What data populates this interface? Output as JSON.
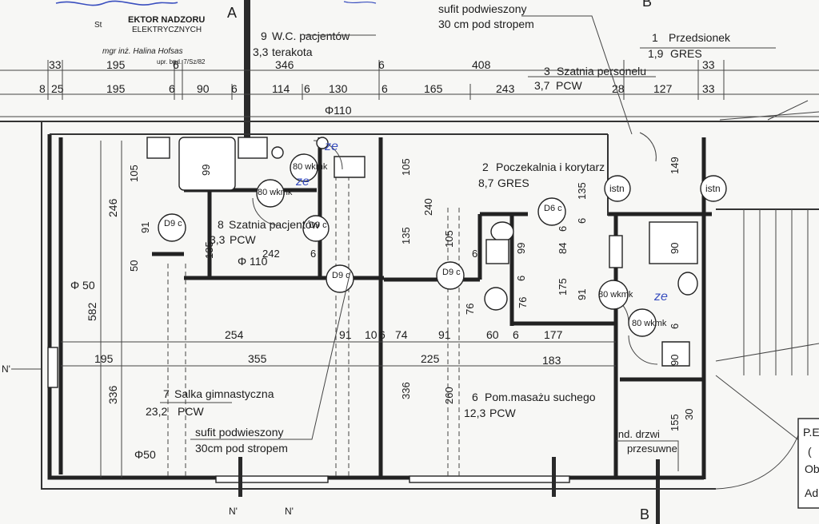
{
  "stamp": {
    "line1": "St",
    "line2": "EKTOR NADZORU",
    "line3": "ELEKTRYCZNYCH",
    "line4": "mgr inż. Halina Hofsas",
    "line5": "upr. bud. 7/Sz/82"
  },
  "section_markers": {
    "a": "A",
    "b_top": "B",
    "b_bottom": "B"
  },
  "rooms": [
    {
      "number": "1",
      "name": "Przedsionek",
      "area": "1,9",
      "floor": "GRES"
    },
    {
      "number": "2",
      "name": "Poczekalnia i korytarz",
      "area": "8,7",
      "floor": "GRES"
    },
    {
      "number": "3",
      "name": "Szatnia personelu",
      "area": "3,7",
      "floor": "PCW"
    },
    {
      "number": "6",
      "name": "Pom.masażu suchego",
      "area": "12,3",
      "floor": "PCW"
    },
    {
      "number": "7",
      "name": "Salka gimnastyczna",
      "area": "23,2",
      "floor": "PCW"
    },
    {
      "number": "8",
      "name": "Szatnia pacjentów",
      "area": "3,3",
      "floor": "PCW"
    },
    {
      "number": "9",
      "name": "W.C. pacjentów",
      "area": "3,3",
      "floor": "terakota"
    }
  ],
  "ceiling_notes": {
    "top_line1": "sufit podwieszony",
    "top_line2": "30 cm pod stropem",
    "bottom_line1": "sufit podwieszony",
    "bottom_line2": "30cm pod stropem"
  },
  "door_note": {
    "line1": "ind. drzwi",
    "line2": "przesuwne"
  },
  "door_tags": [
    "D9 c",
    "D9 c",
    "D9 c",
    "D9 c",
    "D6 c"
  ],
  "door_labels": [
    "80 wkmk",
    "80 wkmk",
    "80 wkmk",
    "80 wkmk"
  ],
  "pipe_labels": [
    "Φ110",
    "Φ 110",
    "Φ 50",
    "Φ50"
  ],
  "istn_labels": [
    "istn",
    "istn"
  ],
  "dimensions_top1": [
    "33",
    "195",
    "6",
    "346",
    "6",
    "408",
    "33"
  ],
  "dimensions_top2": [
    "8",
    "25",
    "195",
    "6",
    "90",
    "6",
    "114",
    "6",
    "130",
    "6",
    "165",
    "243",
    "28",
    "127",
    "33"
  ],
  "dimensions_left": [
    "246",
    "582",
    "336"
  ],
  "dimensions_vertical": [
    "105",
    "99",
    "91",
    "50",
    "135",
    "242",
    "6",
    "105",
    "240",
    "135",
    "105",
    "6",
    "99",
    "6",
    "76",
    "175",
    "91",
    "84",
    "6",
    "135",
    "6",
    "149",
    "90",
    "90",
    "76",
    "336",
    "260",
    "155",
    "30",
    "6"
  ],
  "dimensions_horizontal": [
    "254",
    "91",
    "10",
    "6",
    "74",
    "91",
    "60",
    "6",
    "177",
    "195",
    "355",
    "225",
    "183"
  ],
  "edge_text": {
    "n_left": "N'",
    "n_bottom1": "N'",
    "n_bottom2": "N'",
    "right_box": [
      "P.E",
      "(",
      "Ob",
      "Ad"
    ]
  },
  "handwriting": [
    "ze",
    "ze",
    "ze"
  ]
}
